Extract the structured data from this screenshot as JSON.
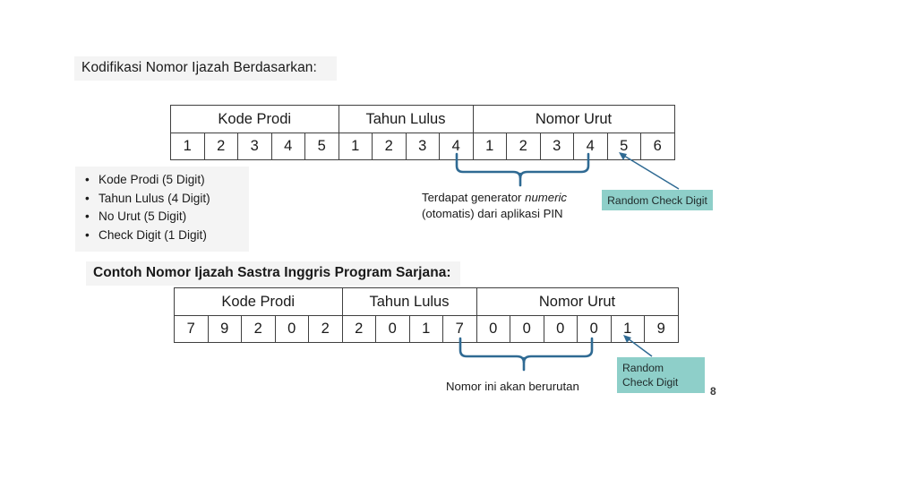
{
  "slide": {
    "page_number": "8",
    "heading_1": "Kodifikasi Nomor Ijazah Berdasarkan:",
    "heading_2": "Contoh Nomor Ijazah Sastra Inggris Program Sarjana:"
  },
  "bullets": [
    {
      "bullet": "•",
      "label": "Kode Prodi (5 Digit)"
    },
    {
      "bullet": "•",
      "label": "Tahun Lulus (4 Digit)"
    },
    {
      "bullet": "•",
      "label": "No Urut (5 Digit)"
    },
    {
      "bullet": "•",
      "label": "Check Digit (1 Digit)"
    }
  ],
  "table_1": {
    "headers": [
      {
        "label": "Kode Prodi",
        "span": 5
      },
      {
        "label": "Tahun Lulus",
        "span": 4
      },
      {
        "label": "Nomor Urut",
        "span": 6
      }
    ],
    "digits": [
      "1",
      "2",
      "3",
      "4",
      "5",
      "1",
      "2",
      "3",
      "4",
      "1",
      "2",
      "3",
      "4",
      "5",
      "6"
    ]
  },
  "table_2": {
    "headers": [
      {
        "label": "Kode Prodi",
        "span": 5
      },
      {
        "label": "Tahun Lulus",
        "span": 4
      },
      {
        "label": "Nomor Urut",
        "span": 6
      }
    ],
    "digits": [
      "7",
      "9",
      "2",
      "0",
      "2",
      "2",
      "0",
      "1",
      "7",
      "0",
      "0",
      "0",
      "0",
      "1",
      "9"
    ]
  },
  "annotations": {
    "generator_line_1_pre": "Terdapat generator ",
    "generator_line_1_em": "numeric",
    "generator_line_2": "(otomatis) dari aplikasi PIN",
    "berurutan": "Nomor ini akan berurutan",
    "teal_1": "Random Check Digit",
    "teal_2_line_1": "Random",
    "teal_2_line_2": "Check Digit"
  },
  "colors": {
    "teal": "#8ecfc9",
    "brace_blue": "#2f6a93",
    "highlight_grey": "#f4f4f4",
    "table_border": "#3f3f3f"
  }
}
